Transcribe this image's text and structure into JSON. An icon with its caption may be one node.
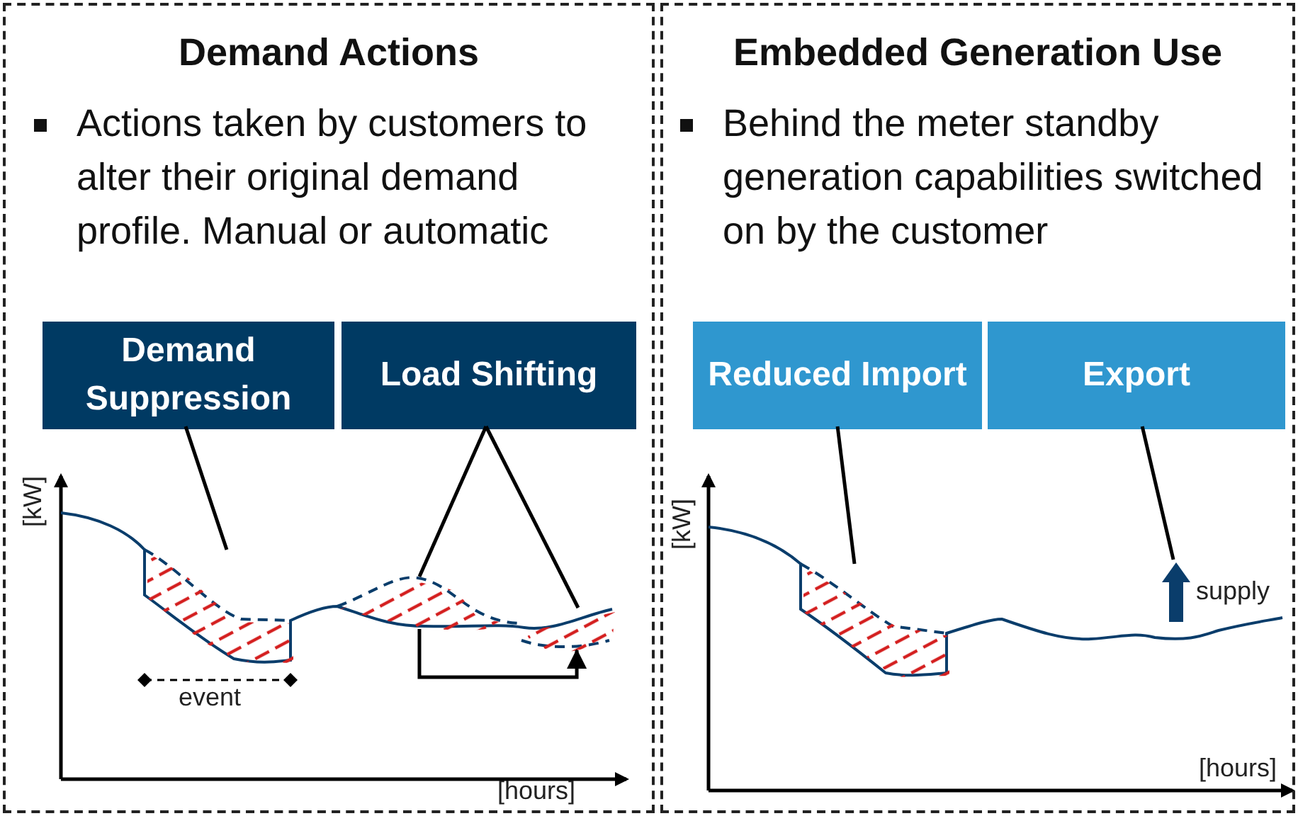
{
  "diagram": {
    "nodes": [
      {
        "text": [
          "Demand Actions",
          "Actions taken by customers to alter their original demand profile. Manual or automatic"
        ]
      },
      {
        "text": [
          "Demand Suppression"
        ],
        "in": 0
      },
      {
        "text": [
          "Load Shifting"
        ],
        "in": 0
      },
      {
        "text": [],
        "shape": "area",
        "in": 0
      },
      {
        "text": [],
        "shape": "area",
        "in": 0
      },
      {
        "text": [],
        "shape": "area",
        "in": 0
      },
      {
        "text": [
          "Embedded Generation Use",
          "Behind the meter standby generation capabilities switched on by the customer"
        ]
      },
      {
        "text": [
          "Reduced Import"
        ],
        "in": 6
      },
      {
        "text": [
          "Export"
        ],
        "in": 6
      },
      {
        "text": [
          "supply"
        ],
        "in": 6
      },
      {
        "text": [],
        "shape": "area",
        "in": 6
      }
    ],
    "edges": [
      {
        "from": 1,
        "to": 3,
        "arrow": "none"
      },
      {
        "from": 2,
        "to": 4,
        "arrow": "none"
      },
      {
        "from": 2,
        "to": 5,
        "arrow": "none"
      },
      {
        "from": 4,
        "to": 5,
        "arrow": "to"
      },
      {
        "from": 7,
        "to": 10,
        "arrow": "none"
      },
      {
        "from": 8,
        "to": 9,
        "arrow": "none"
      }
    ],
    "labels": [
      "[kW]",
      "event",
      "[hours]",
      "[kW]",
      "[hours]"
    ]
  }
}
